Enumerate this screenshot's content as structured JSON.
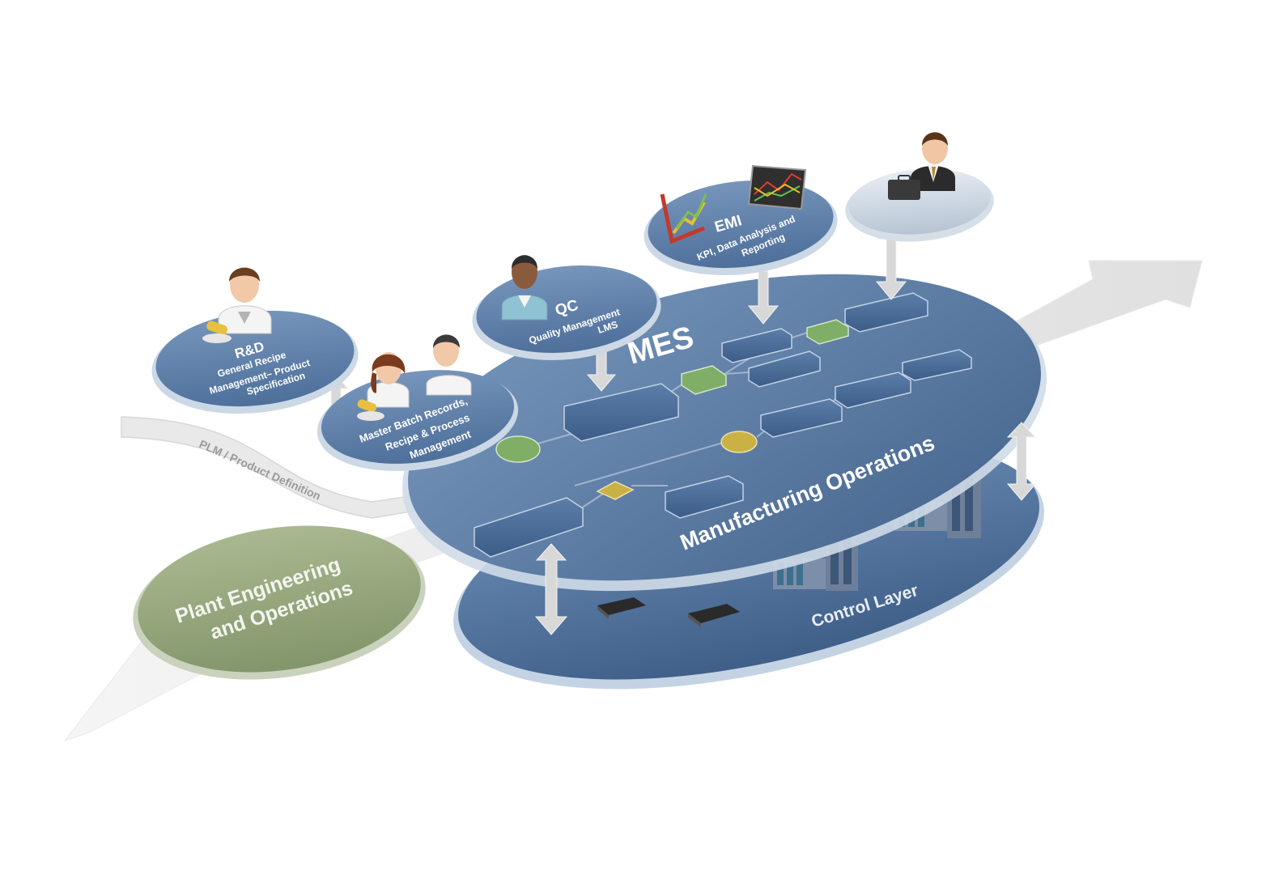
{
  "colors": {
    "disc_blue": "#5e82ad",
    "disc_edge": "#c9d7e6",
    "disc_dark": "#47678f",
    "green_disc": "#93a479",
    "arrow_grey": "#dedede",
    "node_green": "#7ea86a",
    "node_gold": "#c8b04c"
  },
  "labels": {
    "mes": "MES",
    "manufacturing_operations": "Manufacturing Operations",
    "control_layer": "Control Layer",
    "plm": "PLM / Product Definition",
    "plant_line1": "Plant Engineering",
    "plant_line2": "and Operations"
  },
  "discs": {
    "rnd": {
      "title": "R&D",
      "lines": [
        "General Recipe",
        "Management– Product",
        "Specification"
      ],
      "icon": "scientist-icon"
    },
    "mbr": {
      "lines": [
        "Master Batch Records,",
        "Recipe & Process",
        "Management"
      ],
      "icon": "lab-team-icon"
    },
    "qc": {
      "title": "QC",
      "lines": [
        "Quality Management",
        "LMS"
      ],
      "icon": "doctor-icon"
    },
    "emi": {
      "title": "EMI",
      "lines": [
        "KPI, Data Analysis and",
        "Reporting"
      ],
      "icon": "chart-icon"
    },
    "exec": {
      "icon": "businessman-icon"
    }
  }
}
